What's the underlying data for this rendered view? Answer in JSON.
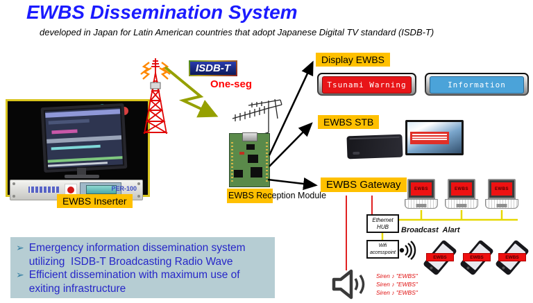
{
  "title": "EWBS Dissemination System",
  "subtitle": "developed in Japan for Latin American countries that adopt Japanese Digital TV standard (ISDB-T)",
  "colors": {
    "label_yellow": "#FFC000",
    "title_blue": "#1B1BFF",
    "alert_red": "#EE1212",
    "info_panel_blue": "#4BA3D9",
    "wave_arrow_olive": "#95A000",
    "info_box_bg": "#B6CDD3",
    "info_text_blue": "#2626C8"
  },
  "labels": {
    "inserter": "EWBS Inserter",
    "isdbt": "ISDB-T",
    "oneseg": "One-seg",
    "reception_module": "EWBS Reception Module",
    "display_ewbs": "Display EWBS",
    "ewbs_stb": "EWBS STB",
    "ewbs_gateway": "EWBS Gateway"
  },
  "device": {
    "model": "PER-100"
  },
  "displays": {
    "tsunami": "Tsunami Warning",
    "information": "Information"
  },
  "network": {
    "hub_line1": "Ethernet",
    "hub_line2": "HUB",
    "broadcast_alart": "Broadcast  Alart",
    "wifi_line1": "Wifi",
    "wifi_line2": "accesspoint",
    "laptop_screen": "EWBS",
    "phone_screen": "EWBS",
    "siren_text": "Siren ♪ \"EWBS\""
  },
  "info_box": {
    "bullet_char": "➢",
    "bullets": [
      "Emergency information dissemination system utilizing  ISDB-T Broadcasting Radio Wave",
      "Efficient dissemination with maximum use of exiting infrastructure"
    ]
  }
}
